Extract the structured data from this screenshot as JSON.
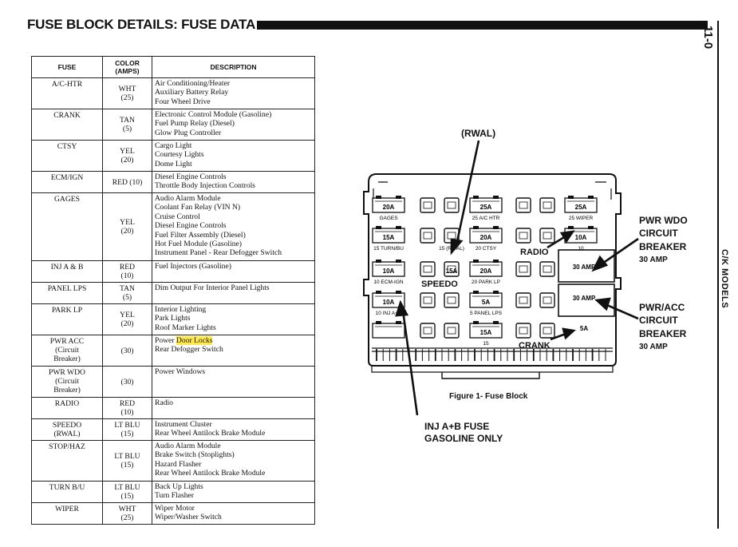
{
  "header": {
    "title": "FUSE BLOCK DETAILS: FUSE DATA",
    "page_number": "11-0",
    "side_label": "C/K MODELS"
  },
  "table": {
    "headers": [
      "FUSE",
      "COLOR (AMPS)",
      "DESCRIPTION"
    ],
    "rows": [
      {
        "fuse": [
          "A/C-HTR"
        ],
        "color": [
          "WHT",
          "(25)"
        ],
        "desc": [
          "Air Conditioning/Heater",
          "Auxiliary Battery Relay",
          "Four Wheel Drive"
        ]
      },
      {
        "fuse": [
          "CRANK"
        ],
        "color": [
          "TAN",
          "(5)"
        ],
        "desc": [
          "Electronic Control Module (Gasoline)",
          "Fuel Pump Relay (Diesel)",
          "Glow Plug Controller"
        ]
      },
      {
        "fuse": [
          "CTSY"
        ],
        "color": [
          "YEL",
          "(20)"
        ],
        "desc": [
          "Cargo Light",
          "Courtesy Lights",
          "Dome Light"
        ]
      },
      {
        "fuse": [
          "ECM/IGN"
        ],
        "color": [
          "RED (10)"
        ],
        "desc": [
          "Diesel Engine Controls",
          "Throttle Body Injection Controls"
        ]
      },
      {
        "fuse": [
          "GAGES"
        ],
        "color": [
          "YEL",
          "(20)"
        ],
        "desc": [
          "Audio Alarm Module",
          "Coolant Fan Relay (VIN N)",
          "Cruise Control",
          "Diesel Engine Controls",
          "Fuel Filter Assembly (Diesel)",
          "Hot Fuel Module (Gasoline)",
          "Instrument Panel - Rear Defogger Switch"
        ]
      },
      {
        "fuse": [
          "INJ A & B"
        ],
        "color": [
          "RED",
          "(10)"
        ],
        "desc": [
          "Fuel Injectors (Gasoline)"
        ]
      },
      {
        "fuse": [
          "PANEL LPS"
        ],
        "color": [
          "TAN",
          "(5)"
        ],
        "desc": [
          "Dim Output For Interior Panel Lights"
        ]
      },
      {
        "fuse": [
          "PARK LP"
        ],
        "color": [
          "YEL",
          "(20)"
        ],
        "desc": [
          "Interior Lighting",
          "Park Lights",
          "Roof Marker Lights"
        ]
      },
      {
        "fuse": [
          "PWR ACC",
          "(Circuit",
          "Breaker)"
        ],
        "color": [
          "(30)"
        ],
        "desc": [
          "Power Door Locks",
          "Rear Defogger Switch"
        ],
        "highlight": "Door Locks"
      },
      {
        "fuse": [
          "PWR WDO",
          "(Circuit",
          "Breaker)"
        ],
        "color": [
          "(30)"
        ],
        "desc": [
          "Power Windows"
        ]
      },
      {
        "fuse": [
          "RADIO"
        ],
        "color": [
          "RED",
          "(10)"
        ],
        "desc": [
          "Radio"
        ]
      },
      {
        "fuse": [
          "SPEEDO",
          "(RWAL)"
        ],
        "color": [
          "LT BLU",
          "(15)"
        ],
        "desc": [
          "Instrument Cluster",
          "Rear Wheel Antilock Brake Module"
        ]
      },
      {
        "fuse": [
          "STOP/HAZ"
        ],
        "color": [
          "LT BLU",
          "(15)"
        ],
        "desc": [
          "Audio Alarm Module",
          "Brake Switch (Stoplights)",
          "Hazard Flasher",
          "Rear Wheel Antilock Brake Module"
        ]
      },
      {
        "fuse": [
          "TURN B/U"
        ],
        "color": [
          "LT BLU",
          "(15)"
        ],
        "desc": [
          "Back Up Lights",
          "Turn Flasher"
        ]
      },
      {
        "fuse": [
          "WIPER"
        ],
        "color": [
          "WHT",
          "(25)"
        ],
        "desc": [
          "Wiper Motor",
          "Wiper/Washer Switch"
        ]
      }
    ]
  },
  "diagram": {
    "caption": "Figure 1- Fuse Block",
    "callouts": {
      "rwal": "(RWAL)",
      "speedo": "SPEEDO",
      "radio": "RADIO",
      "crank": "CRANK",
      "inj_fuse": [
        "INJ A+B FUSE",
        "GASOLINE ONLY"
      ],
      "pwr_wdo": [
        "PWR WDO",
        "CIRCUIT",
        "BREAKER",
        "30 AMP"
      ],
      "pwr_acc": [
        "PWR/ACC",
        "CIRCUIT",
        "BREAKER",
        "30 AMP"
      ]
    },
    "fuses": [
      {
        "id": "r1c1",
        "rating": "20A",
        "label": "GAGES"
      },
      {
        "id": "r1c4",
        "rating": "25A",
        "label": "25 A/C HTR"
      },
      {
        "id": "r1c7",
        "rating": "25A",
        "label": "25 WIPER"
      },
      {
        "id": "r2c1",
        "rating": "15A",
        "label": "15 TURN/BU"
      },
      {
        "id": "r2c3",
        "rating": "",
        "label": "15 (RWAL)"
      },
      {
        "id": "r2c4",
        "rating": "20A",
        "label": "20 CTSY"
      },
      {
        "id": "r2c7",
        "rating": "10A",
        "label": "10"
      },
      {
        "id": "r3c1",
        "rating": "10A",
        "label": "10 ECM-IGN"
      },
      {
        "id": "r3c3",
        "rating": "15A",
        "label": ""
      },
      {
        "id": "r3c4",
        "rating": "20A",
        "label": "20 PARK LP"
      },
      {
        "id": "r3c7",
        "rating": "30 AMP",
        "label": ""
      },
      {
        "id": "r4c1",
        "rating": "10A",
        "label": "10 INJ A+B"
      },
      {
        "id": "r4c4",
        "rating": "5A",
        "label": "5 PANEL LPS"
      },
      {
        "id": "r4c7",
        "rating": "30 AMP",
        "label": ""
      },
      {
        "id": "r5c4",
        "rating": "15A",
        "label": "15"
      },
      {
        "id": "r5c7",
        "rating": "5A",
        "label": "5"
      }
    ]
  }
}
